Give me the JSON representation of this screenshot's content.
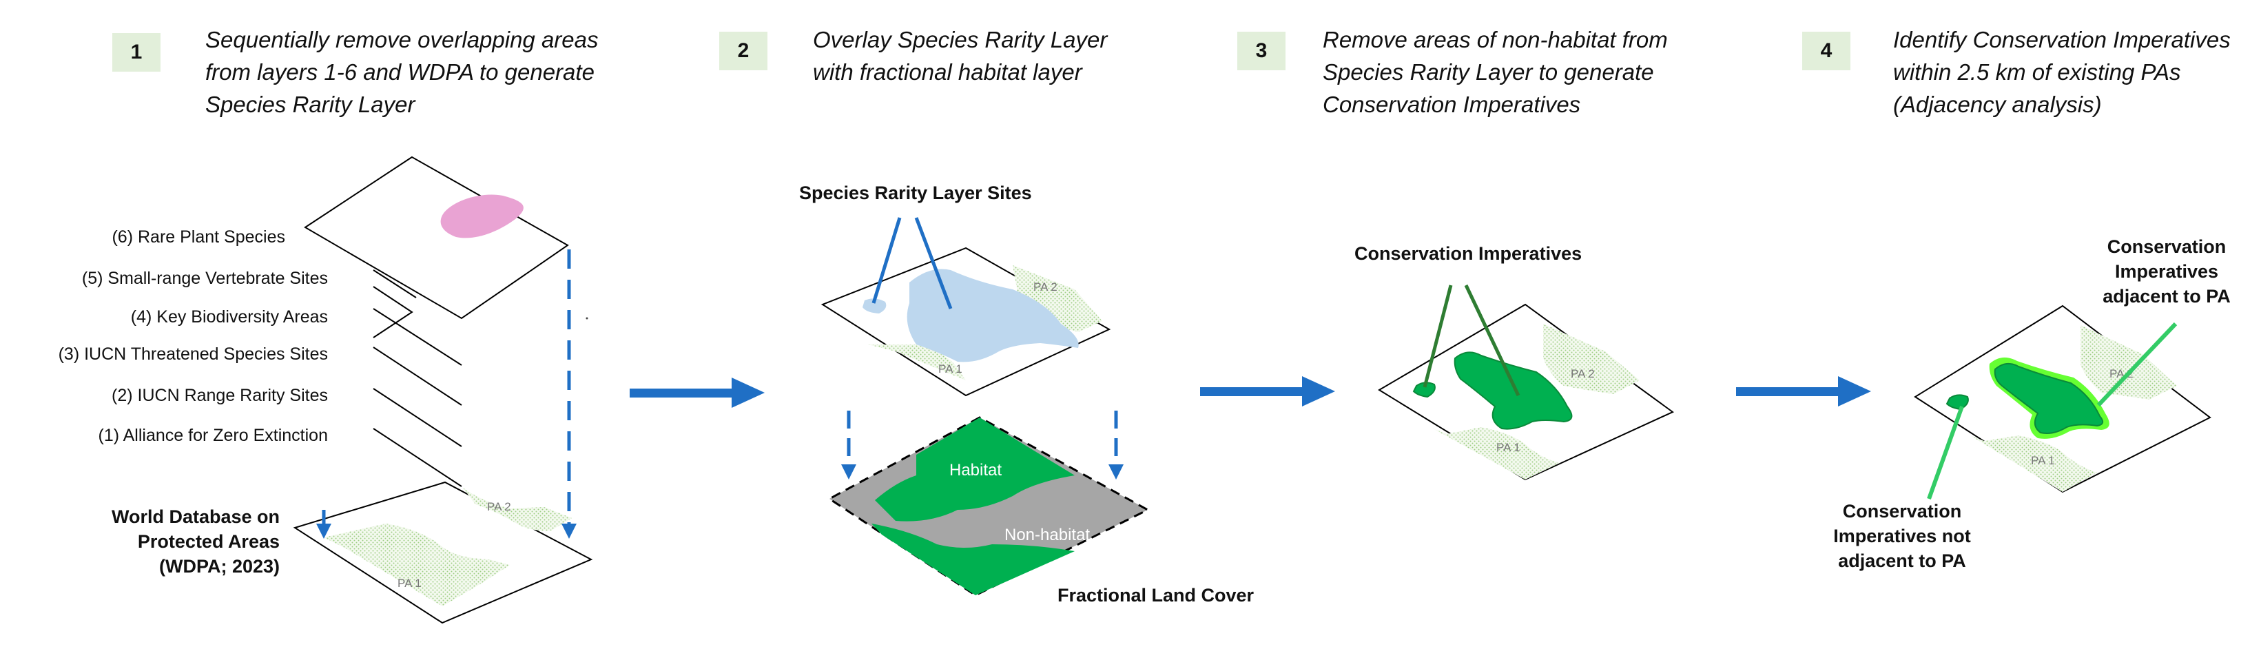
{
  "steps": [
    {
      "number": "1",
      "lines": [
        "Sequentially remove overlapping areas",
        "from layers 1-6 and WDPA to generate",
        "Species Rarity Layer"
      ]
    },
    {
      "number": "2",
      "lines": [
        "Overlay Species Rarity Layer",
        "with fractional habitat layer"
      ]
    },
    {
      "number": "3",
      "lines": [
        "Remove areas of non-habitat from",
        "Species Rarity Layer to generate",
        "Conservation Imperatives"
      ]
    },
    {
      "number": "4",
      "lines": [
        "Identify Conservation Imperatives",
        "within 2.5 km of existing PAs",
        "(Adjacency analysis)"
      ]
    }
  ],
  "panel1": {
    "layers": [
      "(6) Rare Plant Species",
      "(5) Small-range Vertebrate Sites",
      "(4) Key Biodiversity Areas",
      "(3) IUCN Threatened Species Sites",
      "(2) IUCN Range Rarity Sites",
      "(1) Alliance for Zero Extinction"
    ],
    "wdpa_caption": [
      "World Database on",
      "Protected Areas",
      "(WDPA; 2023)"
    ],
    "pa1": "PA 1",
    "pa2": "PA 2"
  },
  "panel2": {
    "rarity_caption": "Species Rarity Layer Sites",
    "land_cover_caption": "Fractional Land Cover",
    "habitat": "Habitat",
    "non_habitat": "Non-habitat",
    "pa1": "PA 1",
    "pa2": "PA 2"
  },
  "panel3": {
    "caption": "Conservation Imperatives",
    "pa1": "PA 1",
    "pa2": "PA 2"
  },
  "panel4": {
    "adjacent_caption": [
      "Conservation",
      "Imperatives",
      "adjacent to PA"
    ],
    "not_adjacent_caption": [
      "Conservation",
      "Imperatives not",
      "adjacent to PA"
    ],
    "pa1": "PA 1",
    "pa2": "PA 2"
  },
  "colors": {
    "step_badge": "#e2efda",
    "arrow_blue": "#1f6fc5",
    "rarity_blue": "#bdd7ee",
    "habitat_green": "#00b050",
    "non_habitat_gray": "#a6a6a6",
    "plant_pink": "#e9a3d3",
    "adjacent_green": "#66ff33",
    "pa_hatch": "#a9d08e"
  }
}
